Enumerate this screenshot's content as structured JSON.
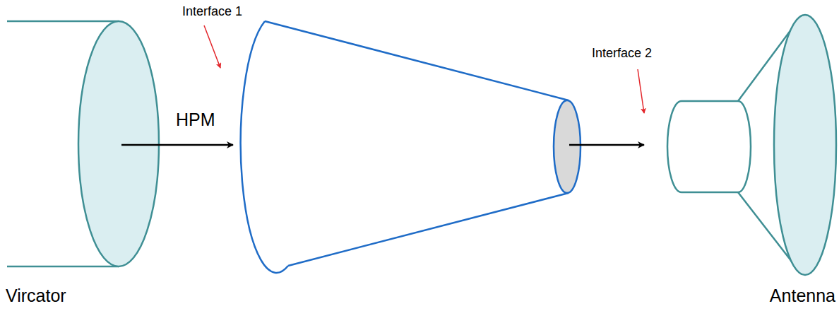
{
  "diagram": {
    "labels": [
      "Interface 1",
      "HPM",
      "Interface 2",
      "Vircator",
      "Antenna"
    ]
  }
}
